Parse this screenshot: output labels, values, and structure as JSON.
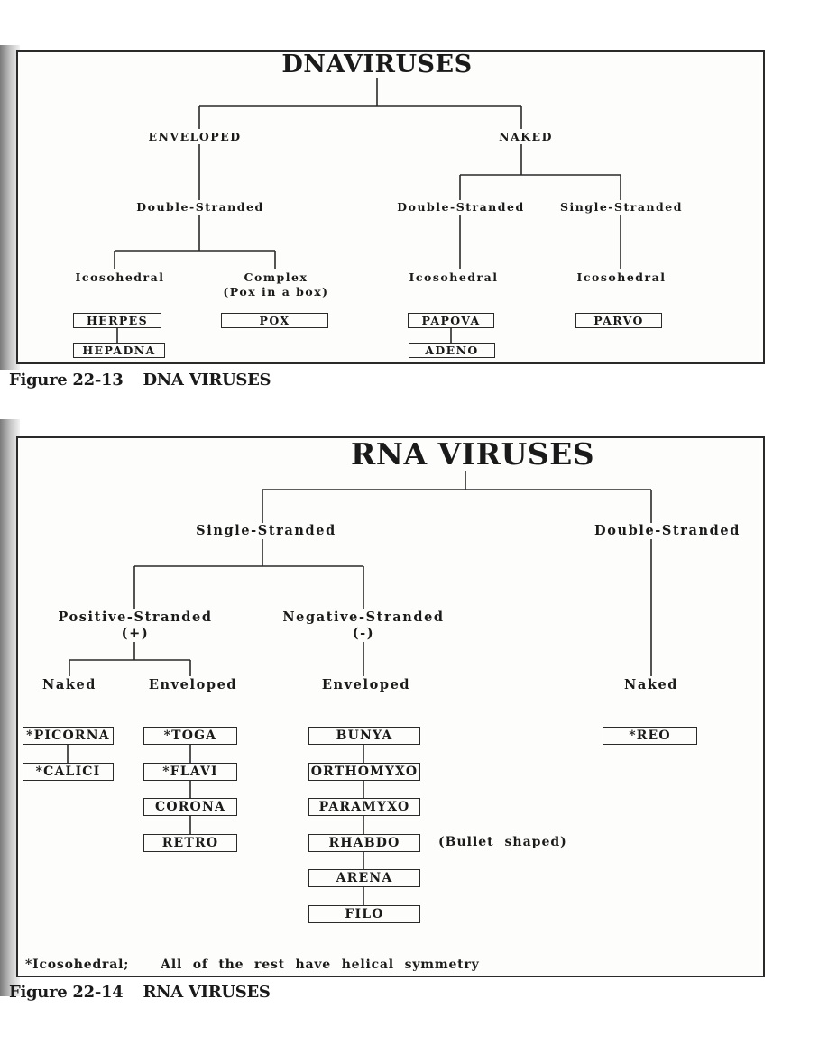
{
  "dna": {
    "title": "DNAVIRUSES",
    "enveloped": "ENVELOPED",
    "naked": "NAKED",
    "env_double": "Double-Stranded",
    "naked_double": "Double-Stranded",
    "naked_single": "Single-Stranded",
    "icosahedral_1": "Icosohedral",
    "complex": "Complex",
    "complex_note": "(Pox in a box)",
    "icosahedral_2": "Icosohedral",
    "icosahedral_3": "Icosohedral",
    "boxes": {
      "herpes": "HERPES",
      "hepadna": "HEPADNA",
      "pox": "POX",
      "papova": "PAPOVA",
      "adeno": "ADENO",
      "parvo": "PARVO"
    },
    "caption_num": "Figure 22-13",
    "caption_text": "DNA VIRUSES"
  },
  "rna": {
    "title": "RNA VIRUSES",
    "single": "Single-Stranded",
    "double": "Double-Stranded",
    "positive": "Positive-Stranded",
    "positive_sign": "(+)",
    "negative": "Negative-Stranded",
    "negative_sign": "(-)",
    "pos_naked": "Naked",
    "pos_enveloped": "Enveloped",
    "neg_enveloped": "Enveloped",
    "ds_naked": "Naked",
    "boxes": {
      "picorna": "*PICORNA",
      "calici": "*CALICI",
      "toga": "*TOGA",
      "flavi": "*FLAVI",
      "corona": "CORONA",
      "retro": "RETRO",
      "bunya": "BUNYA",
      "orthomyxo": "ORTHOMYXO",
      "paramyxo": "PARAMYXO",
      "rhabdo": "RHABDO",
      "arena": "ARENA",
      "filo": "FILO",
      "reo": "*REO"
    },
    "rhabdo_note": "(Bullet shaped)",
    "footnote": "*Icosohedral;   All of the rest have helical symmetry",
    "caption_num": "Figure 22-14",
    "caption_text": "RNA VIRUSES"
  }
}
